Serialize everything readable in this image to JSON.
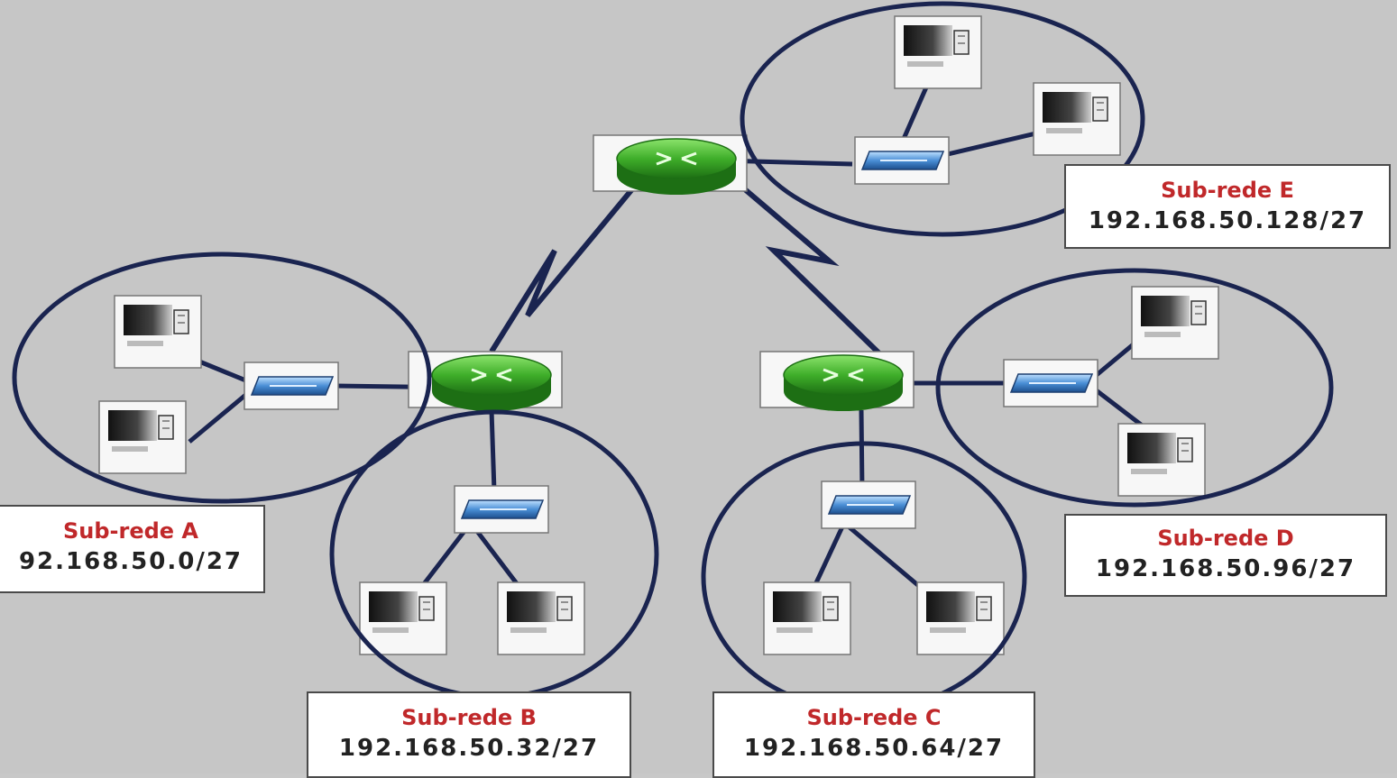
{
  "subnets": [
    {
      "id": "A",
      "name": "Sub-rede A",
      "address": "92.168.50.0/27"
    },
    {
      "id": "B",
      "name": "Sub-rede B",
      "address": "192.168.50.32/27"
    },
    {
      "id": "C",
      "name": "Sub-rede C",
      "address": "192.168.50.64/27"
    },
    {
      "id": "D",
      "name": "Sub-rede D",
      "address": "192.168.50.96/27"
    },
    {
      "id": "E",
      "name": "Sub-rede E",
      "address": "192.168.50.128/27"
    }
  ],
  "colors": {
    "background": "#c6c6c6",
    "ellipse_stroke": "#1a2450",
    "link": "#1a2450",
    "router": "#3fae2a",
    "switch": "#4a8fd6",
    "subnet_name": "#c0282a"
  },
  "icons": {
    "router": "router-icon",
    "switch": "switch-icon",
    "pc": "pc-icon",
    "wan": "serial-link-icon"
  }
}
